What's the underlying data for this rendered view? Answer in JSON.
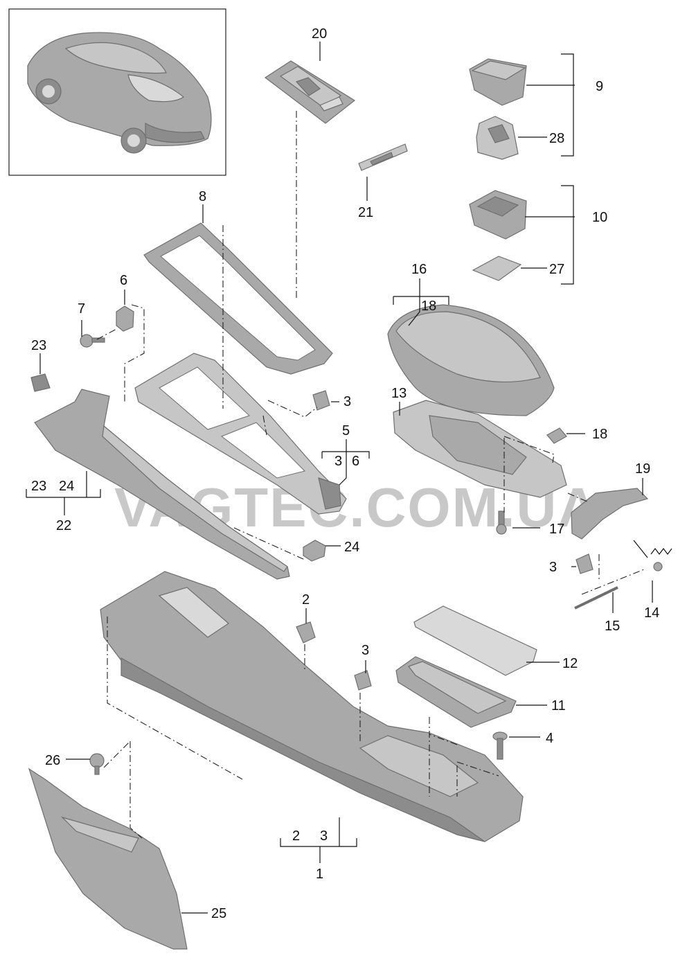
{
  "watermark": "VAGTEC.COM.UA",
  "callouts": {
    "c1": "1",
    "c2": "2",
    "c3": "3",
    "c4": "4",
    "c5": "5",
    "c6": "6",
    "c7": "7",
    "c8": "8",
    "c9": "9",
    "c10": "10",
    "c11": "11",
    "c12": "12",
    "c13": "13",
    "c14": "14",
    "c15": "15",
    "c16": "16",
    "c17": "17",
    "c18": "18",
    "c19": "19",
    "c20": "20",
    "c21": "21",
    "c22": "22",
    "c23": "23",
    "c24": "24",
    "c25": "25",
    "c26": "26",
    "c27": "27",
    "c28": "28"
  },
  "groups": {
    "g1_sub_a": "2",
    "g1_sub_b": "3",
    "g5_sub_a": "3",
    "g5_sub_b": "6",
    "g16_sub": "18",
    "g22_sub_a": "23",
    "g22_sub_b": "24",
    "c3_upper": "3",
    "c3_right": "3",
    "c3_lower": "3"
  },
  "colors": {
    "part_fill": "#a9a9a9",
    "part_stroke": "#6e6e6e",
    "text": "#111111",
    "watermark": "#9a9a9a"
  }
}
